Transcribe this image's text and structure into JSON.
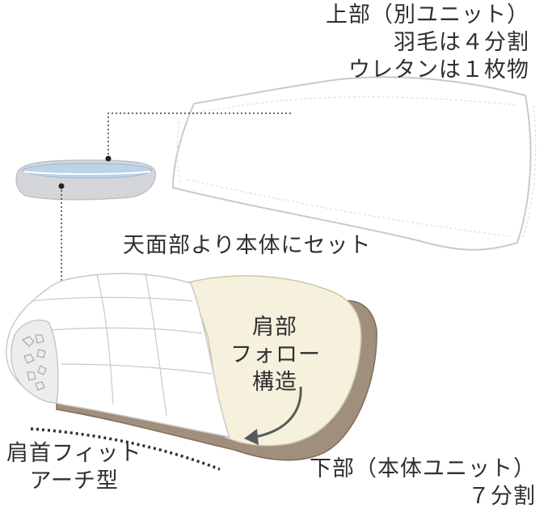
{
  "labels": {
    "upper": {
      "line1": "上部（別ユニット）",
      "line2": "羽毛は４分割",
      "line3": "ウレタンは１枚物"
    },
    "set_from_top": "天面部より本体にセット",
    "shoulder": {
      "line1": "肩部",
      "line2": "フォロー",
      "line3": "構造"
    },
    "arch": {
      "line1": "肩首フィット",
      "line2": "アーチ型"
    },
    "lower": {
      "line1": "下部（本体ユニット）",
      "line2": "７分割"
    }
  },
  "colors": {
    "pillow_fill": "#ffffff",
    "pillow_edge": "#c9c9cc",
    "cream": "#f5f1dc",
    "brown": "#a08f7c",
    "brown_dark": "#7f6d5b",
    "insert_blue": "#bcd3ea",
    "insert_gray": "#d4d6da",
    "leader": "#3a3a3a"
  }
}
